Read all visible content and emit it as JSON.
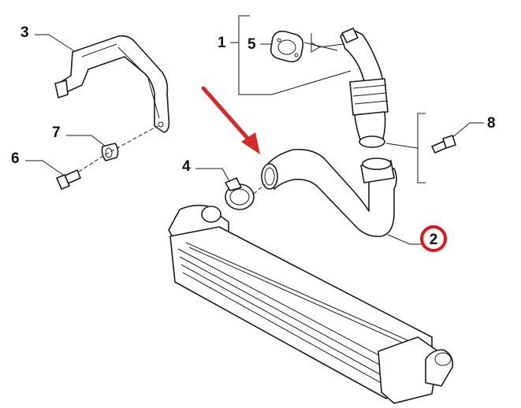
{
  "callouts": {
    "c1": "1",
    "c2": "2",
    "c3": "3",
    "c4": "4",
    "c5": "5",
    "c6": "6",
    "c7": "7",
    "c8": "8"
  },
  "colors": {
    "highlight_ring": "#e0161b",
    "arrow": "#d42a2a",
    "line": "#1a1a1a"
  }
}
